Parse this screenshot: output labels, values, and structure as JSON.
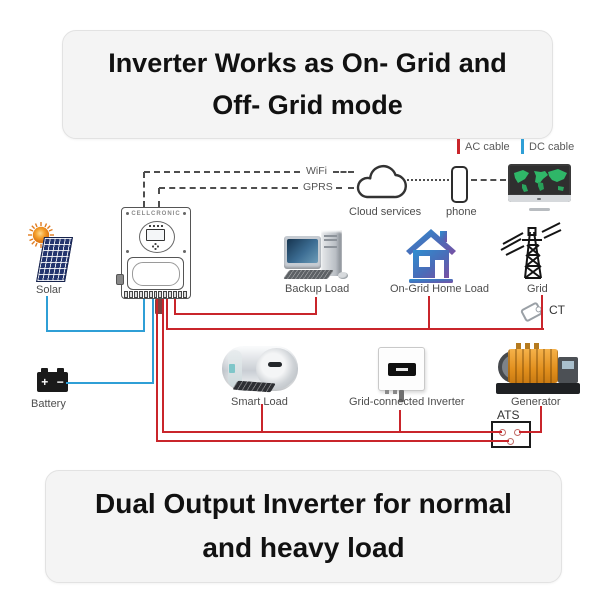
{
  "top_banner": {
    "line1": "Inverter Works as On- Grid and",
    "line2": "Off- Grid mode"
  },
  "bottom_banner": {
    "line1": "Dual Output Inverter for normal",
    "line2": "and heavy load"
  },
  "legend": {
    "ac_label": "AC cable",
    "dc_label": "DC cable"
  },
  "colors": {
    "ac_cable": "#c9252b",
    "dc_cable": "#2f9fd6"
  },
  "comms": {
    "wifi": "WiFi",
    "gprs": "GPRS",
    "cloud": "Cloud services",
    "phone": "phone"
  },
  "devices": {
    "inverter_brand": "CELLCRONIC",
    "solar": "Solar",
    "battery": "Battery",
    "battery_plus": "+",
    "battery_minus": "−",
    "backup_load": "Backup Load",
    "home_load": "On-Grid Home Load",
    "grid": "Grid",
    "ct": "CT",
    "smart_load": "Smart Load",
    "grid_inverter": "Grid-connected Inverter",
    "generator": "Generator",
    "ats": "ATS"
  }
}
